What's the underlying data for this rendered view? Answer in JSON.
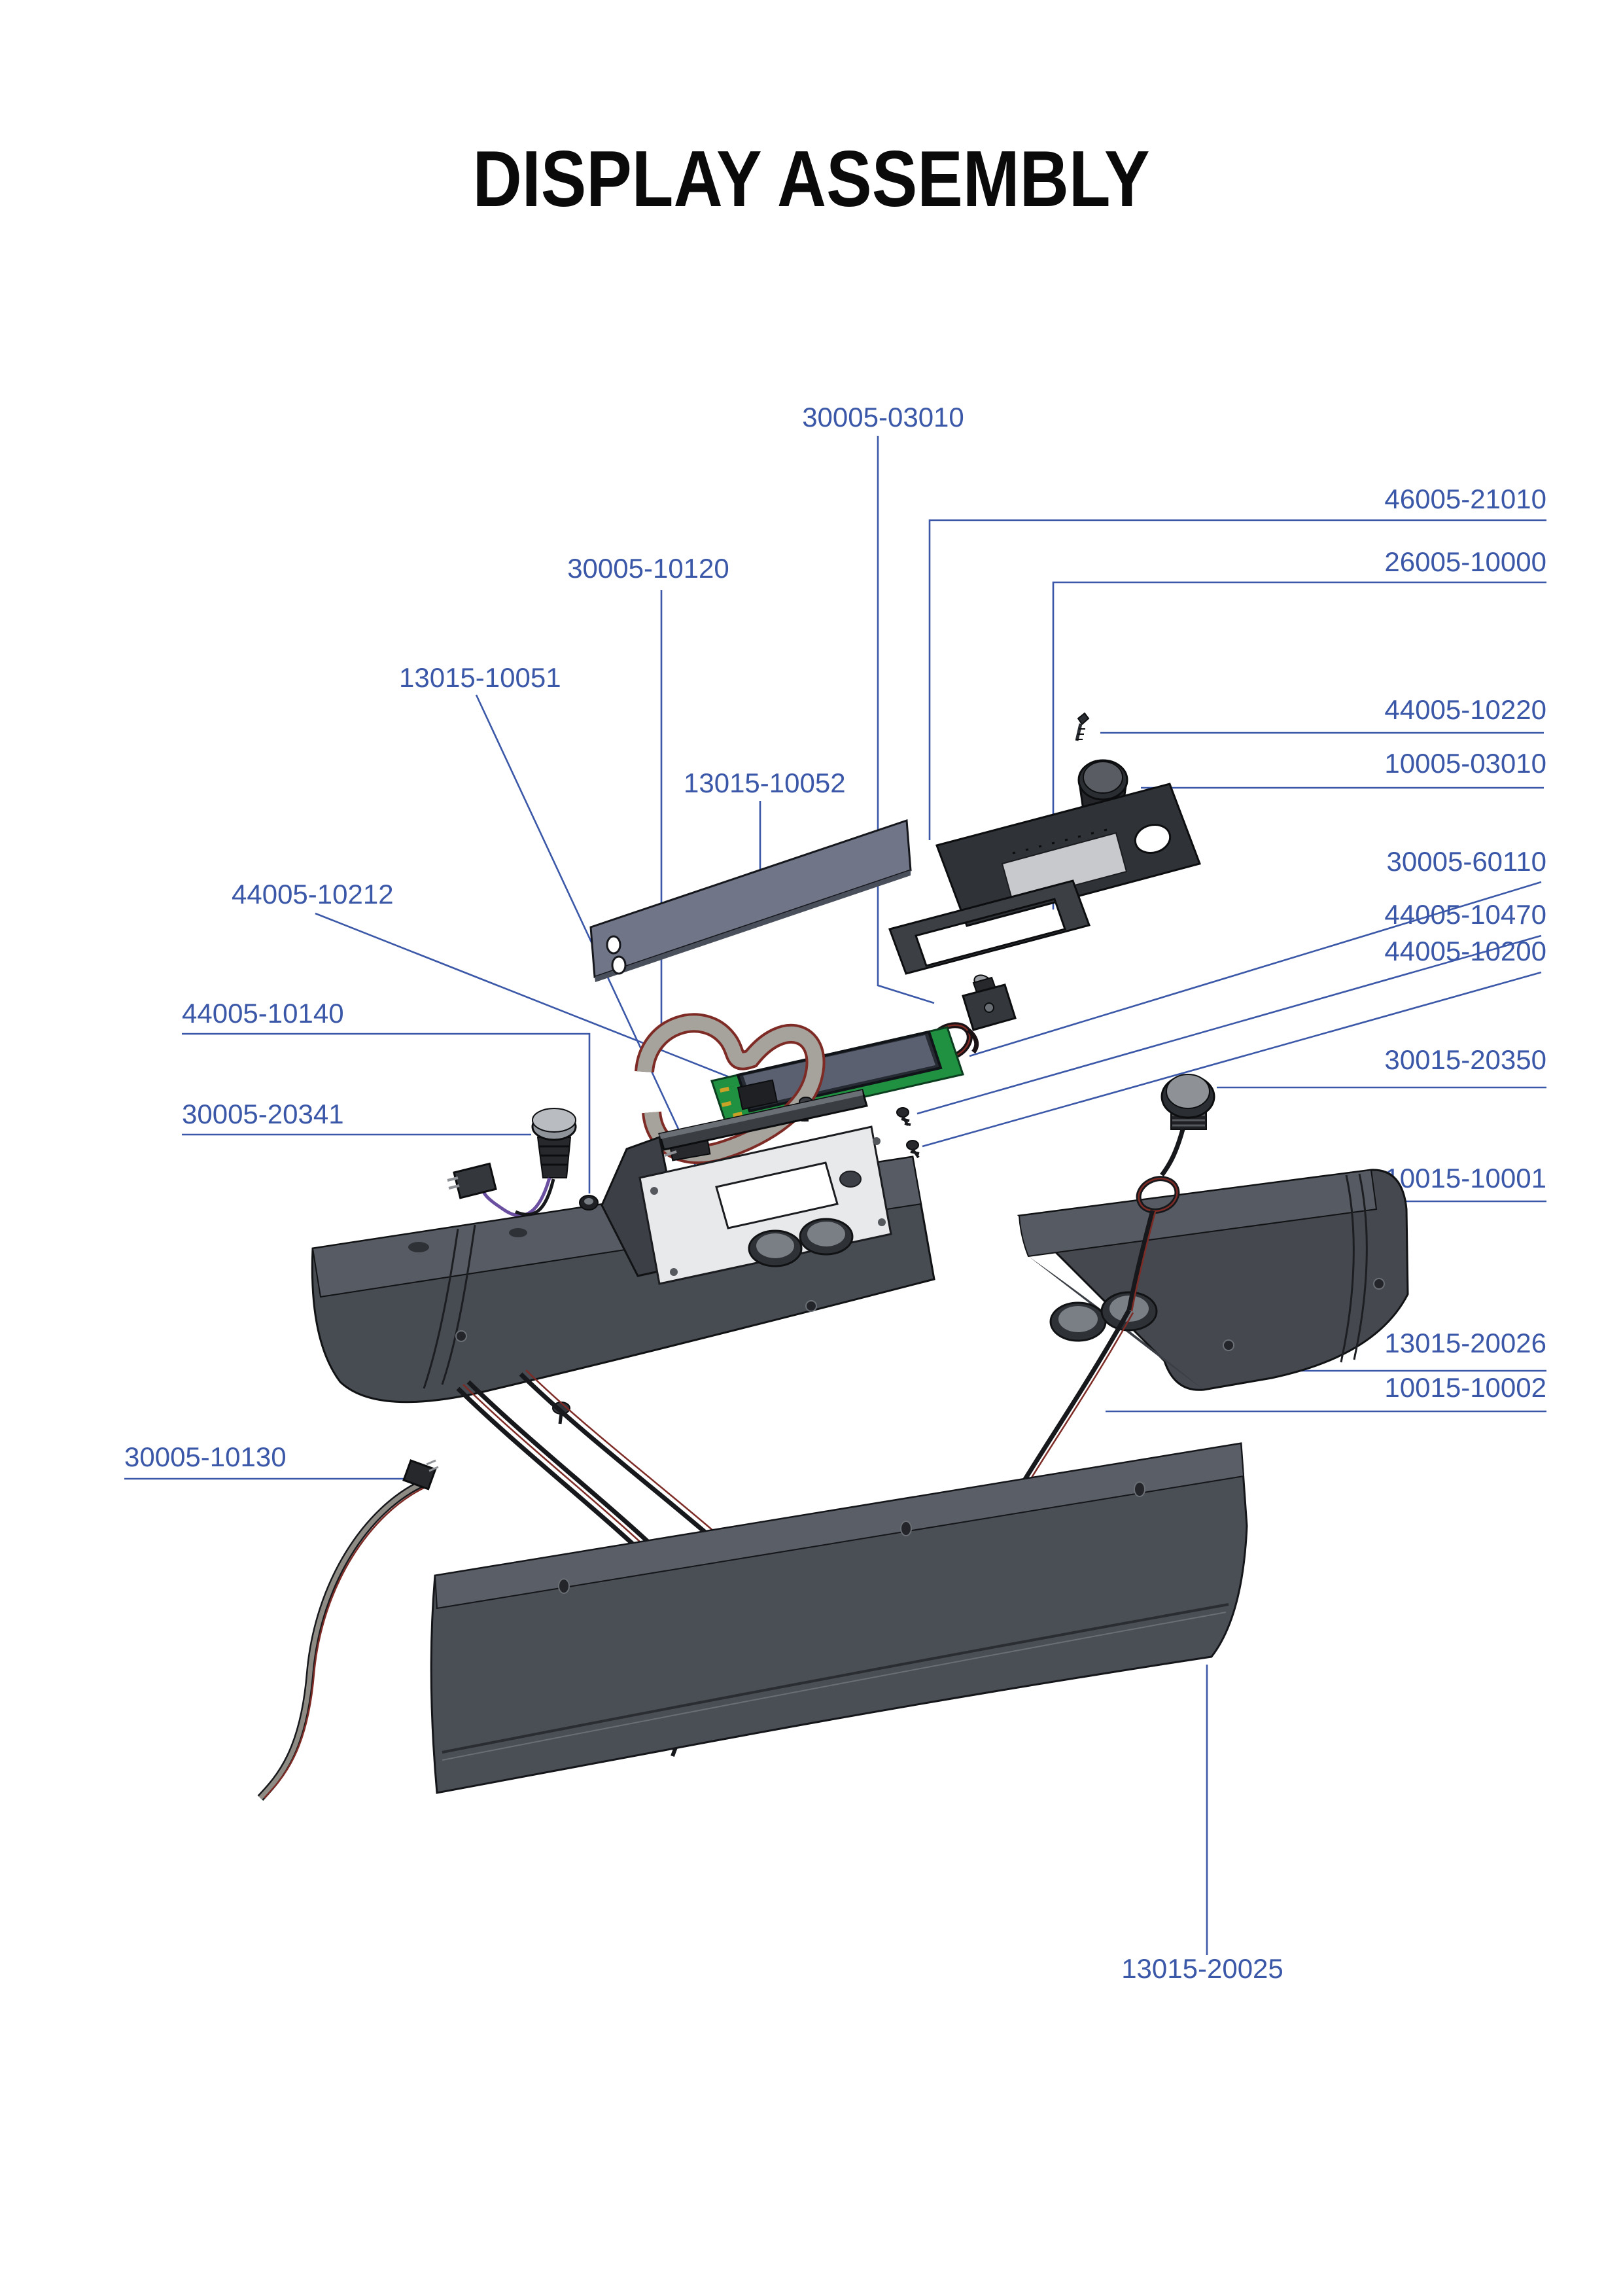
{
  "page": {
    "title": "DISPLAY ASSEMBLY",
    "background": "#ffffff"
  },
  "style": {
    "label_color": "#3A57A8",
    "leader_color": "#3A57A8",
    "title_color": "#0A0A0B",
    "part_dark": "#33363B",
    "part_mid": "#4A4F56",
    "part_light": "#5C6169",
    "plate_bluegray": "#707687",
    "pcb_green": "#1F9141",
    "screen_slate": "#5A6070",
    "white_plate": "#E8E9EA",
    "ribbon_gray": "#A6A39D",
    "wire_red": "#7E2B26",
    "wire_purple": "#6A4FA0"
  },
  "labels": [
    {
      "number": "30005-03010",
      "target": "audio-jack"
    },
    {
      "number": "46005-21010",
      "target": "display-overlay"
    },
    {
      "number": "26005-10000",
      "target": "display-bezel"
    },
    {
      "number": "30005-10120",
      "target": "ribbon-cable"
    },
    {
      "number": "13015-10051",
      "target": "display-housing"
    },
    {
      "number": "13015-10052",
      "target": "speaker-plate"
    },
    {
      "number": "44005-10220",
      "target": "knob-screw"
    },
    {
      "number": "10005-03010",
      "target": "knob"
    },
    {
      "number": "30005-60110",
      "target": "lcd-board"
    },
    {
      "number": "44005-10470",
      "target": "screw-a"
    },
    {
      "number": "44005-10200",
      "target": "screw-b"
    },
    {
      "number": "44005-10212",
      "target": "screw-c"
    },
    {
      "number": "44005-10140",
      "target": "grommet"
    },
    {
      "number": "30005-20341",
      "target": "safety-key"
    },
    {
      "number": "30015-20350",
      "target": "button"
    },
    {
      "number": "10015-10001",
      "target": "button-harness"
    },
    {
      "number": "13015-20026",
      "target": "console-top-cover"
    },
    {
      "number": "10015-10002",
      "target": "lower-harness"
    },
    {
      "number": "30005-10130",
      "target": "lower-cable"
    },
    {
      "number": "13015-20025",
      "target": "console-bottom-cover"
    }
  ]
}
